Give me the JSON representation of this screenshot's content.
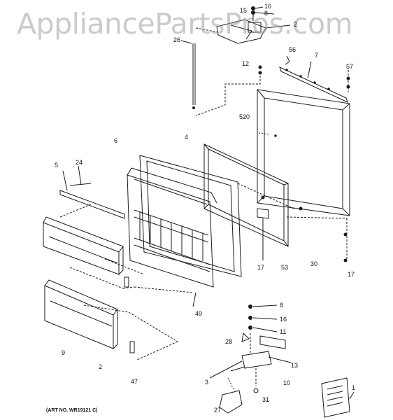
{
  "watermark": "AppliancePartsPros.com",
  "art_number": "(ART NO. WR19121 C)",
  "callouts": {
    "c16a": "16",
    "c15": "15",
    "c8a": "8",
    "c2a": "2",
    "c26": "26",
    "c56": "56",
    "c7": "7",
    "c12": "12",
    "c57": "57",
    "c520": "520",
    "c4": "4",
    "c6": "6",
    "c5": "5",
    "c24": "24",
    "c17a": "17",
    "c53": "53",
    "c30": "30",
    "c17b": "17",
    "c49": "49",
    "c8b": "8",
    "c16b": "16",
    "c11": "11",
    "c28": "28",
    "c13": "13",
    "c9": "9",
    "c2b": "2",
    "c47": "47",
    "c3": "3",
    "c10": "10",
    "c1": "1",
    "c27": "27",
    "c31": "31"
  },
  "colors": {
    "line": "#1a1a1a",
    "watermark": "#a0a0a0",
    "background": "#ffffff"
  }
}
